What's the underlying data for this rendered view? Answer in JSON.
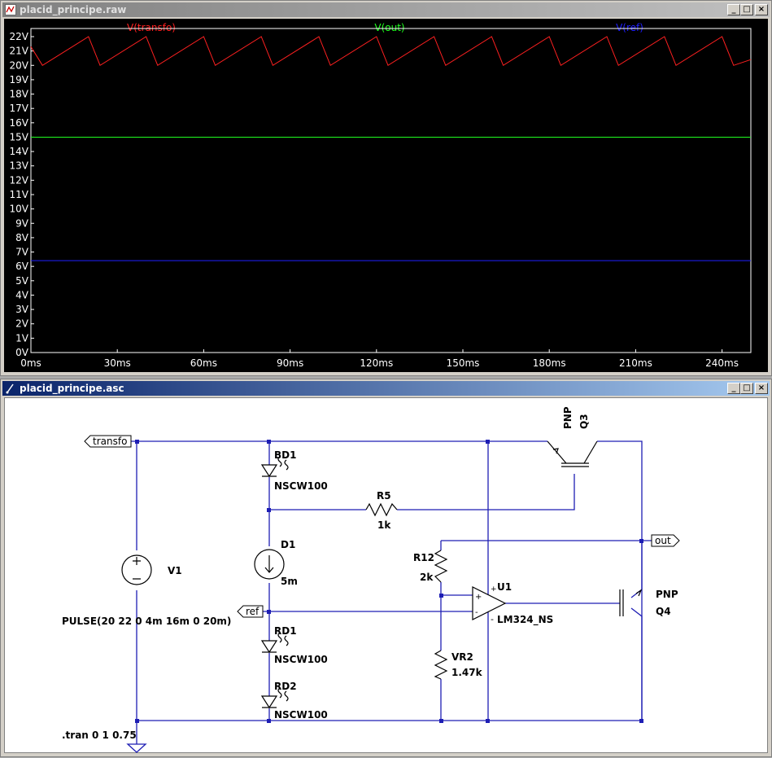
{
  "plot_window": {
    "title": "placid_principe.raw",
    "traces": [
      {
        "name": "V(transfo)",
        "color": "#ff2020"
      },
      {
        "name": "V(out)",
        "color": "#20ff20"
      },
      {
        "name": "V(ref)",
        "color": "#2020ff"
      }
    ]
  },
  "schematic_window": {
    "title": "placid_principe.asc",
    "ports": {
      "transfo": "transfo",
      "out": "out",
      "ref": "ref"
    },
    "components": {
      "v1_name": "V1",
      "v1_value": "PULSE(20 22 0 4m 16m 0 20m)",
      "bd1_name": "BD1",
      "bd1_value": "NSCW100",
      "r5_name": "R5",
      "r5_value": "1k",
      "d1_name": "D1",
      "d1_value": "5m",
      "rd1_name": "RD1",
      "rd1_value": "NSCW100",
      "rd2_name": "RD2",
      "rd2_value": "NSCW100",
      "r12_name": "R12",
      "r12_value": "2k",
      "vr2_name": "VR2",
      "vr2_value": "1.47k",
      "u1_name": "U1",
      "u1_value": "LM324_NS",
      "q3_name": "Q3",
      "q3_value": "PNP",
      "q4_name": "Q4",
      "q4_value": "PNP"
    },
    "directive": ".tran 0 1 0.75"
  },
  "window_buttons": {
    "minimize": "_",
    "maximize": "□",
    "close": "×"
  },
  "colors": {
    "plot_bg": "#000000",
    "axis_text": "#ffffff",
    "wire": "#1e1eb4",
    "schematic_bg": "#ffffff"
  },
  "chart_data": {
    "type": "line",
    "xlabel": "",
    "ylabel": "",
    "x_unit": "ms",
    "y_unit": "V",
    "xlim": [
      0,
      250
    ],
    "ylim": [
      0,
      22
    ],
    "x_ticks": [
      "0ms",
      "30ms",
      "60ms",
      "90ms",
      "120ms",
      "150ms",
      "180ms",
      "210ms",
      "240ms"
    ],
    "y_ticks": [
      "0V",
      "1V",
      "2V",
      "3V",
      "4V",
      "5V",
      "6V",
      "7V",
      "8V",
      "9V",
      "10V",
      "11V",
      "12V",
      "13V",
      "14V",
      "15V",
      "16V",
      "17V",
      "18V",
      "19V",
      "20V",
      "21V",
      "22V"
    ],
    "grid": false,
    "legend": "top",
    "series": [
      {
        "name": "V(transfo)",
        "x": [
          0,
          4,
          20,
          24,
          40,
          44,
          60,
          64,
          80,
          84,
          100,
          104,
          120,
          124,
          140,
          144,
          160,
          164,
          180,
          184,
          200,
          204,
          220,
          224,
          240,
          244,
          250
        ],
        "values": [
          21.3,
          20,
          22,
          20,
          22,
          20,
          22,
          20,
          22,
          20,
          22,
          20,
          22,
          20,
          22,
          20,
          22,
          20,
          22,
          20,
          22,
          20,
          22,
          20,
          22,
          20,
          20.4
        ]
      },
      {
        "name": "V(out)",
        "x": [
          0,
          250
        ],
        "values": [
          15,
          15
        ]
      },
      {
        "name": "V(ref)",
        "x": [
          0,
          250
        ],
        "values": [
          6.4,
          6.4
        ]
      }
    ]
  }
}
